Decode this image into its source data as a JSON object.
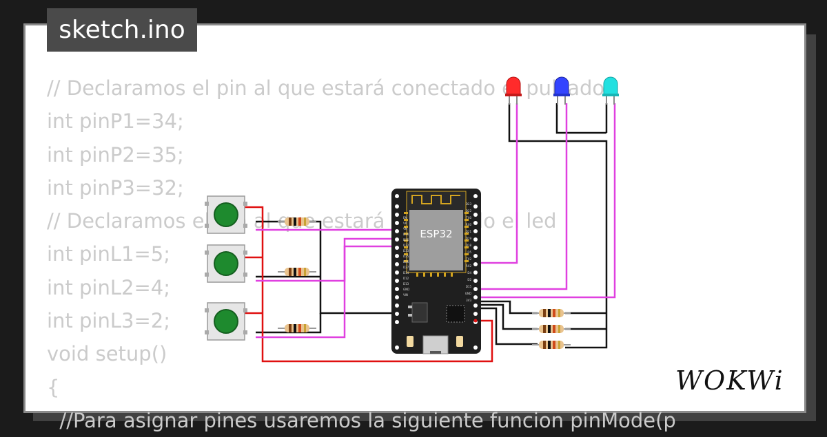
{
  "editor": {
    "filename": "sketch.ino",
    "code_lines": [
      "// Declaramos el pin al que estará conectado el pulsador",
      "int pinP1=34;",
      "int pinP2=35;",
      "int pinP3=32;",
      "// Declaramos el pin al que estará conectado el led",
      "int pinL1=5;",
      "int pinL2=4;",
      "int pinL3=2;",
      "void setup()",
      "{",
      "  //Para asignar pines usaremos la siguiente funcion pinMode(p"
    ]
  },
  "board": {
    "label": "ESP32",
    "left_pins": [
      "EN",
      "VP",
      "VN",
      "D34",
      "D35",
      "D32",
      "D33",
      "D25",
      "D26",
      "D27",
      "D14",
      "D12",
      "D13",
      "GND",
      "VIN"
    ],
    "right_pins": [
      "D23",
      "D22",
      "TX0",
      "RX0",
      "D21",
      "D19",
      "D18",
      "D5",
      "TX2",
      "RX2",
      "D4",
      "D2",
      "D15",
      "GND",
      "3V3"
    ]
  },
  "colors": {
    "background": "#1b1b1b",
    "card": "#ffffff",
    "wire_signal": "#e040e0",
    "wire_power": "#e01010",
    "wire_ground": "#111111",
    "button_cap": "#1e8a2e",
    "led_colors": [
      "#ff2b2b",
      "#3344ff",
      "#22e0e0"
    ],
    "board": "#1f1f1f",
    "chip": "#9e9e9e"
  },
  "brand": {
    "logo": "WOKWi"
  },
  "icons": {
    "board": "esp32-devkit-icon",
    "button": "pushbutton-icon",
    "led": "led-icon",
    "resistor": "resistor-icon"
  }
}
